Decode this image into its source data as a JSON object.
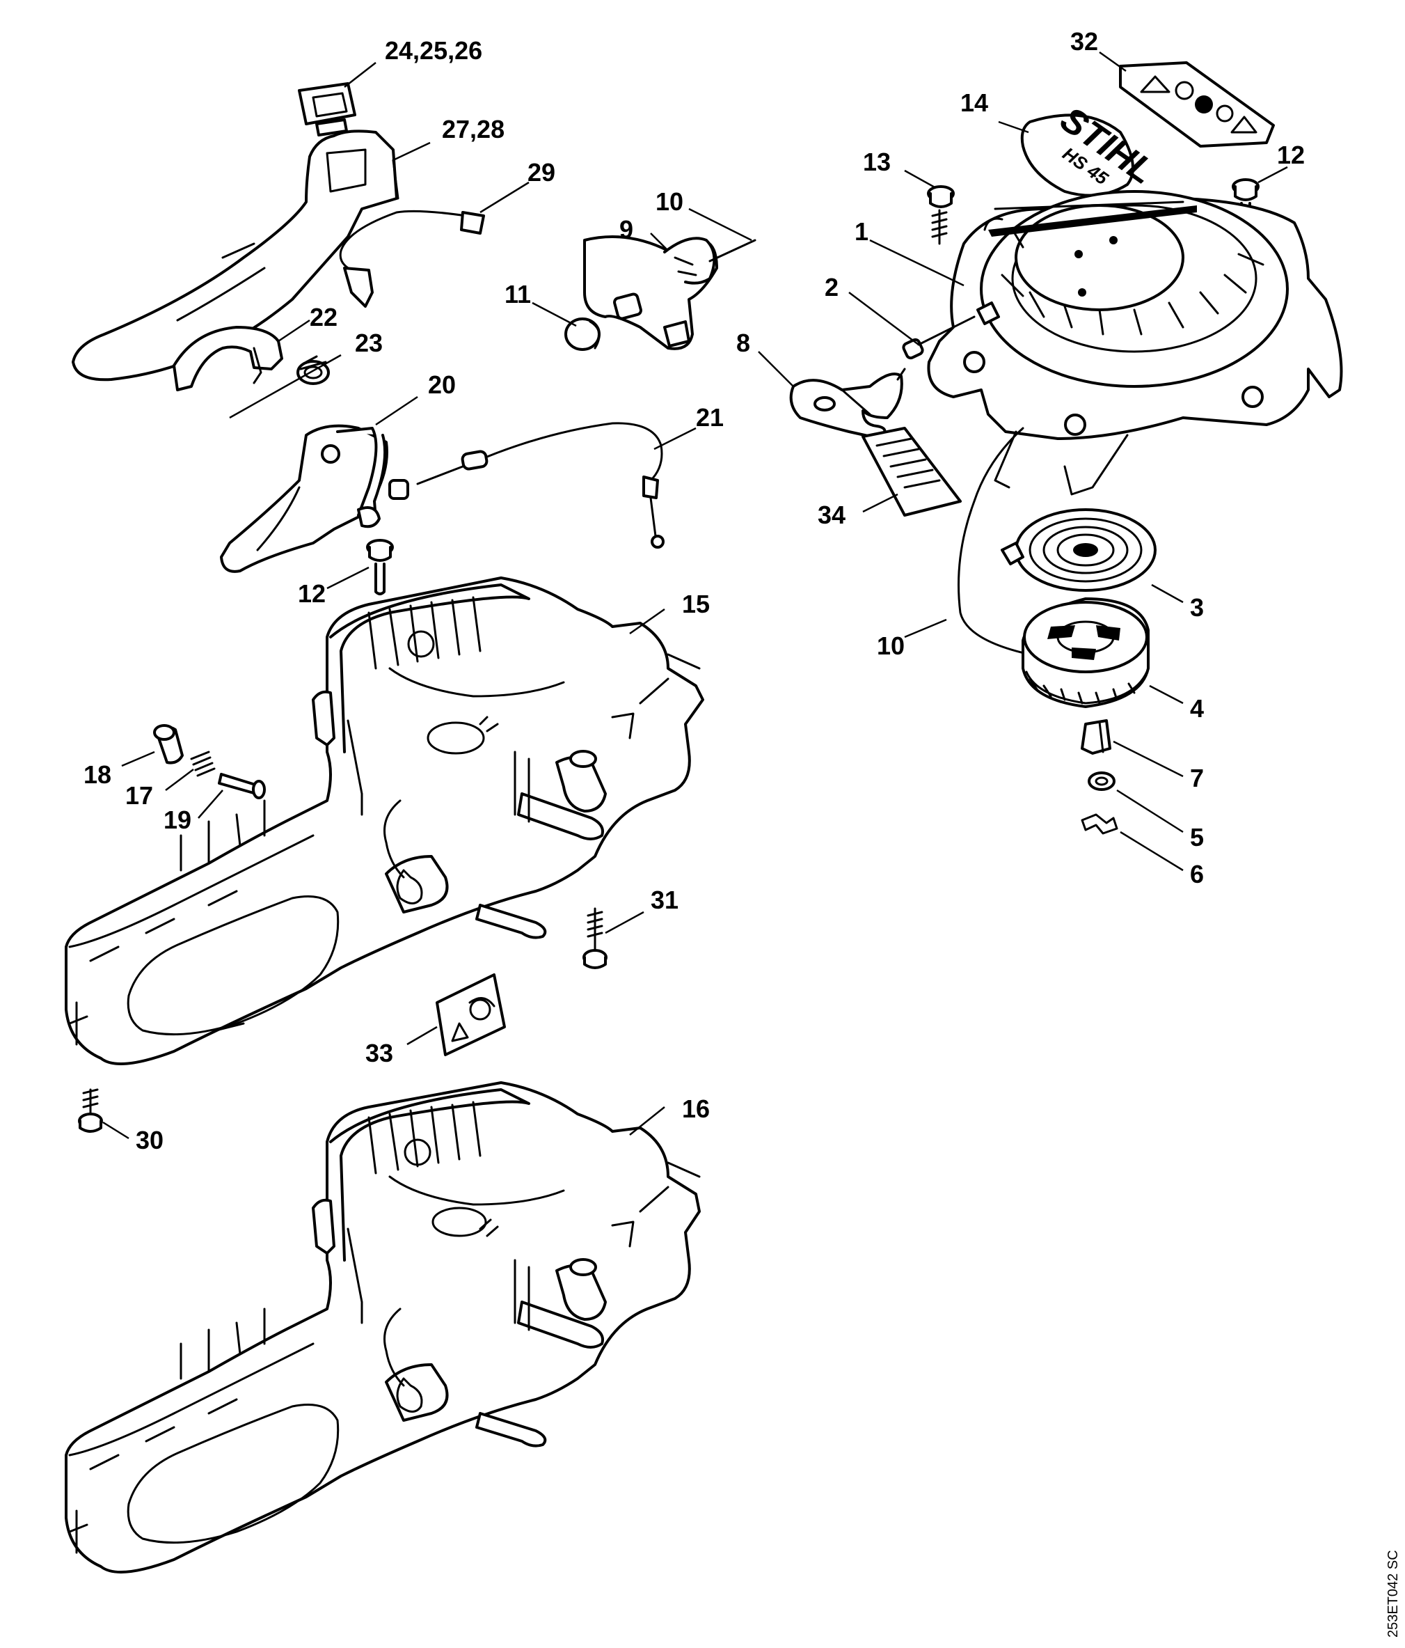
{
  "diagram": {
    "callouts": [
      {
        "id": "c1",
        "label": "1"
      },
      {
        "id": "c2",
        "label": "2"
      },
      {
        "id": "c3",
        "label": "3"
      },
      {
        "id": "c4",
        "label": "4"
      },
      {
        "id": "c5",
        "label": "5"
      },
      {
        "id": "c6",
        "label": "6"
      },
      {
        "id": "c7",
        "label": "7"
      },
      {
        "id": "c8",
        "label": "8"
      },
      {
        "id": "c9",
        "label": "9"
      },
      {
        "id": "c10a",
        "label": "10"
      },
      {
        "id": "c10b",
        "label": "10"
      },
      {
        "id": "c11",
        "label": "11"
      },
      {
        "id": "c12a",
        "label": "12"
      },
      {
        "id": "c12b",
        "label": "12"
      },
      {
        "id": "c13",
        "label": "13"
      },
      {
        "id": "c14",
        "label": "14"
      },
      {
        "id": "c15",
        "label": "15"
      },
      {
        "id": "c16",
        "label": "16"
      },
      {
        "id": "c17",
        "label": "17"
      },
      {
        "id": "c18",
        "label": "18"
      },
      {
        "id": "c19",
        "label": "19"
      },
      {
        "id": "c20",
        "label": "20"
      },
      {
        "id": "c21",
        "label": "21"
      },
      {
        "id": "c22",
        "label": "22"
      },
      {
        "id": "c23",
        "label": "23"
      },
      {
        "id": "c24",
        "label": "24,25,26"
      },
      {
        "id": "c27",
        "label": "27,28"
      },
      {
        "id": "c29",
        "label": "29"
      },
      {
        "id": "c30",
        "label": "30"
      },
      {
        "id": "c31",
        "label": "31"
      },
      {
        "id": "c32",
        "label": "32"
      },
      {
        "id": "c33",
        "label": "33"
      },
      {
        "id": "c34",
        "label": "34"
      }
    ],
    "logo_text": "STIHL",
    "model_text": "HS 45",
    "drawing_code": "253ET042 SC"
  }
}
